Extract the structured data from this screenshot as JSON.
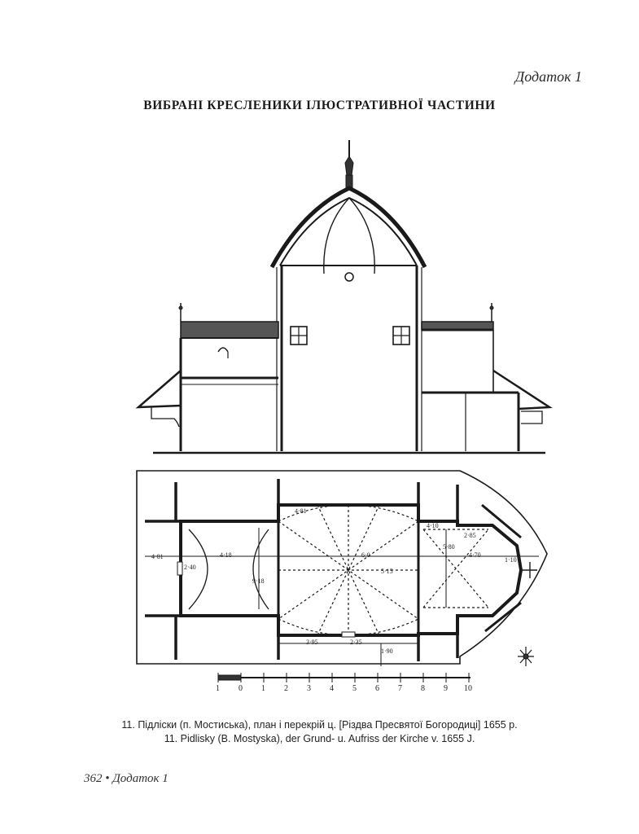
{
  "header": {
    "appendix_label": "Додаток 1"
  },
  "page_title": "ВИБРАНІ КРЕСЛЕНИКИ ІЛЮСТРАТИВНОЇ ЧАСТИНИ",
  "drawing": {
    "plan_dimensions": [
      "4·81",
      "2·40",
      "4·18",
      "9·18",
      "6·0",
      "5·15",
      "4·10",
      "5·80",
      "2·85",
      "4·70",
      "1·10",
      "4·81",
      "3·95",
      "2·35",
      "1·90"
    ],
    "scale_labels": [
      "1",
      "0",
      "1",
      "2",
      "3",
      "4",
      "5",
      "6",
      "7",
      "8",
      "9",
      "10"
    ]
  },
  "caption": {
    "line_uk": "11. Підліски (п. Мостиська), план і перекрій ц. [Різдва Пресвятої Богородиці] 1655 р.",
    "line_de": "11. Pidlisky (B. Mostyska), der Grund- u. Aufriss der Kirche v. 1655 J."
  },
  "footer": {
    "page_number": "362",
    "separator": "•",
    "section": "Додаток 1"
  }
}
